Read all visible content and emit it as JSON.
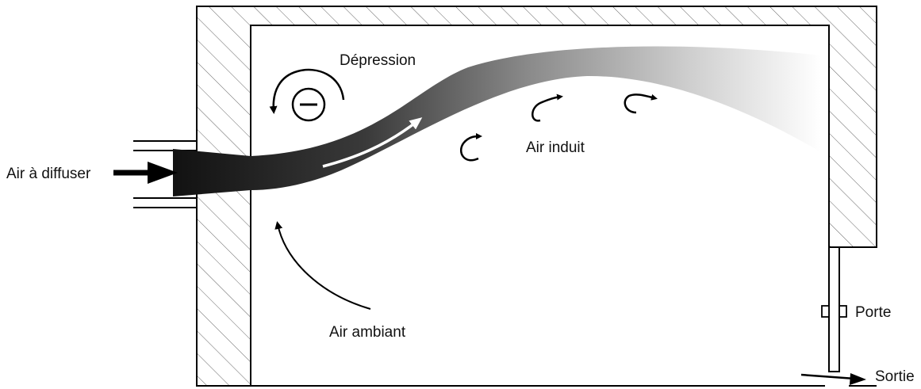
{
  "labels": {
    "input_air": "Air à diffuser",
    "depression": "Dépression",
    "induced_air": "Air induit",
    "ambient_air": "Air ambiant",
    "door": "Porte",
    "exit": "Sortie"
  },
  "icons": {
    "depression_symbol": "minus-in-circle-icon",
    "rotation_arrow": "counterclockwise-arrow-icon",
    "induced_swirl": "hook-arrow-icon"
  },
  "colors": {
    "jet_start": "#111111",
    "jet_end": "#ffffff",
    "hatch": "#666666",
    "line": "#000000"
  }
}
